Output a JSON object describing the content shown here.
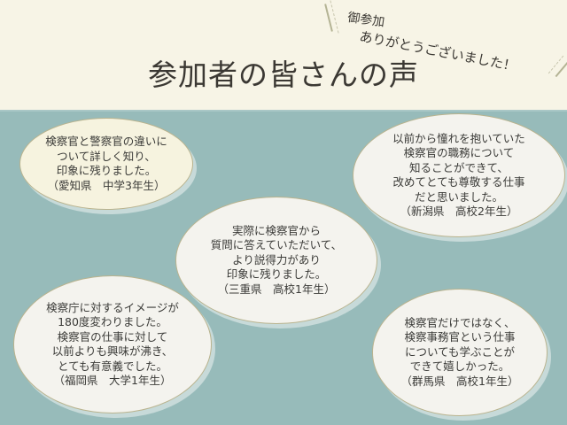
{
  "header": {
    "title": "参加者の皆さんの声",
    "thanks_line1": "御参加",
    "thanks_line2": "ありがとうございました！"
  },
  "colors": {
    "header_bg": "#f7f4e6",
    "body_bg": "#97bbba",
    "bubble_cream": "#f6f3df",
    "bubble_white": "#f4f3ee",
    "bubble_border": "#b9b38e",
    "text": "#3b3b38"
  },
  "testimonials": [
    {
      "text": "検察官と警察官の違いに\nついて詳しく知り、\n印象に残りました。\n（愛知県　中学3年生）",
      "author": "愛知県　中学3年生"
    },
    {
      "text": "以前から憧れを抱いていた\n検察官の職務について\n知ることができて、\n改めてとても尊敬する仕事\nだと思いました。\n（新潟県　高校2年生）",
      "author": "新潟県　高校2年生"
    },
    {
      "text": "実際に検察官から\n質問に答えていただいて、\nより説得力があり\n印象に残りました。\n（三重県　高校1年生）",
      "author": "三重県　高校1年生"
    },
    {
      "text": "検察庁に対するイメージが\n180度変わりました。\n検察官の仕事に対して\n以前よりも興味が沸き、\nとても有意義でした。\n（福岡県　大学1年生）",
      "author": "福岡県　大学1年生"
    },
    {
      "text": "検察官だけではなく、\n検察事務官という仕事\nについても学ぶことが\nできて嬉しかった。\n（群馬県　高校1年生）",
      "author": "群馬県　高校1年生"
    }
  ]
}
